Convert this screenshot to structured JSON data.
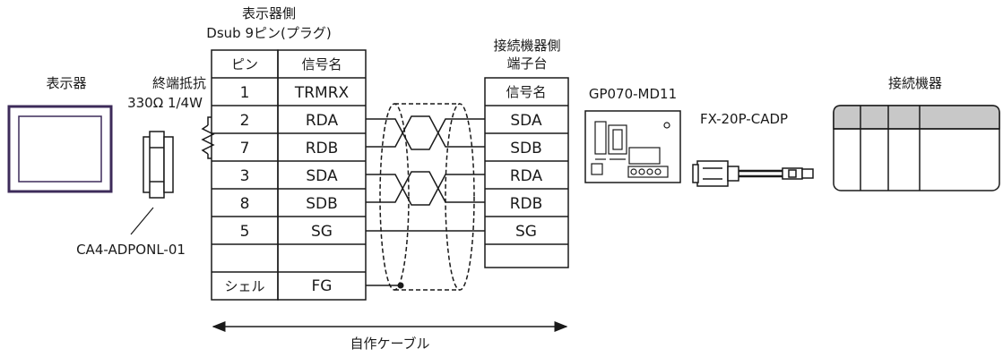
{
  "display_side": {
    "title_line1": "表示器側",
    "title_line2": "Dsub 9ピン(プラグ)",
    "header_pin": "ピン",
    "header_signal": "信号名",
    "rows": [
      {
        "pin": "1",
        "signal": "TRMRX"
      },
      {
        "pin": "2",
        "signal": "RDA"
      },
      {
        "pin": "7",
        "signal": "RDB"
      },
      {
        "pin": "3",
        "signal": "SDA"
      },
      {
        "pin": "8",
        "signal": "SDB"
      },
      {
        "pin": "5",
        "signal": "SG"
      },
      {
        "pin": "シェル",
        "signal": "FG"
      }
    ]
  },
  "device_side": {
    "title_line1": "接続機器側",
    "title_line2": "端子台",
    "header_signal": "信号名",
    "rows": [
      "SDA",
      "SDB",
      "RDA",
      "RDB",
      "SG"
    ]
  },
  "labels": {
    "display_unit": "表示器",
    "terminator_line1": "終端抵抗",
    "terminator_line2": "330Ω 1/4W",
    "adapter": "CA4-ADPONL-01",
    "terminal_block": "GP070-MD11",
    "converter": "FX-20P-CADP",
    "external_device": "接続機器",
    "cable": "自作ケーブル"
  },
  "colors": {
    "line": "#1a1a1a",
    "monitor_frame": "#3d2b5a"
  }
}
